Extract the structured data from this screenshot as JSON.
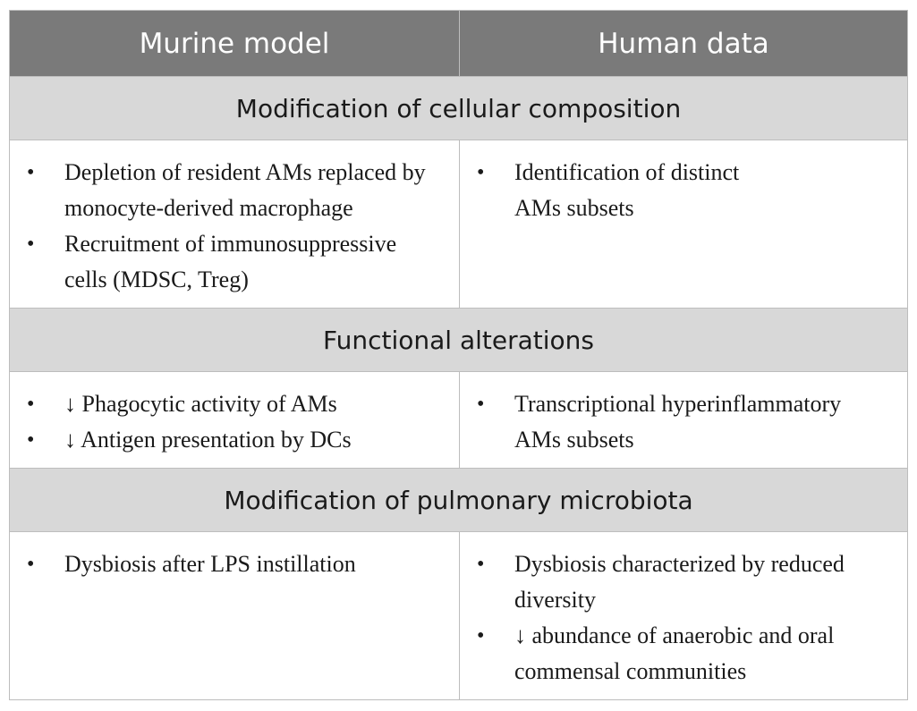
{
  "table": {
    "headers": [
      "Murine model",
      "Human data"
    ],
    "sections": [
      {
        "title": "Modification of cellular composition",
        "murine": [
          "Depletion of resident AMs replaced by monocyte-derived macrophage",
          "Recruitment of immunosuppressive cells (MDSC, Treg)"
        ],
        "human": [
          "Identification of distinct AMs subsets"
        ]
      },
      {
        "title": "Functional alterations",
        "murine": [
          "↓ Phagocytic activity of AMs",
          "↓ Antigen presentation by DCs"
        ],
        "human": [
          "Transcriptional hyperinflammatory AMs subsets"
        ]
      },
      {
        "title": "Modification of pulmonary microbiota",
        "murine": [
          "Dysbiosis after LPS instillation"
        ],
        "human": [
          "Dysbiosis characterized by reduced diversity",
          "↓ abundance of anaerobic and oral commensal communities"
        ]
      }
    ]
  }
}
